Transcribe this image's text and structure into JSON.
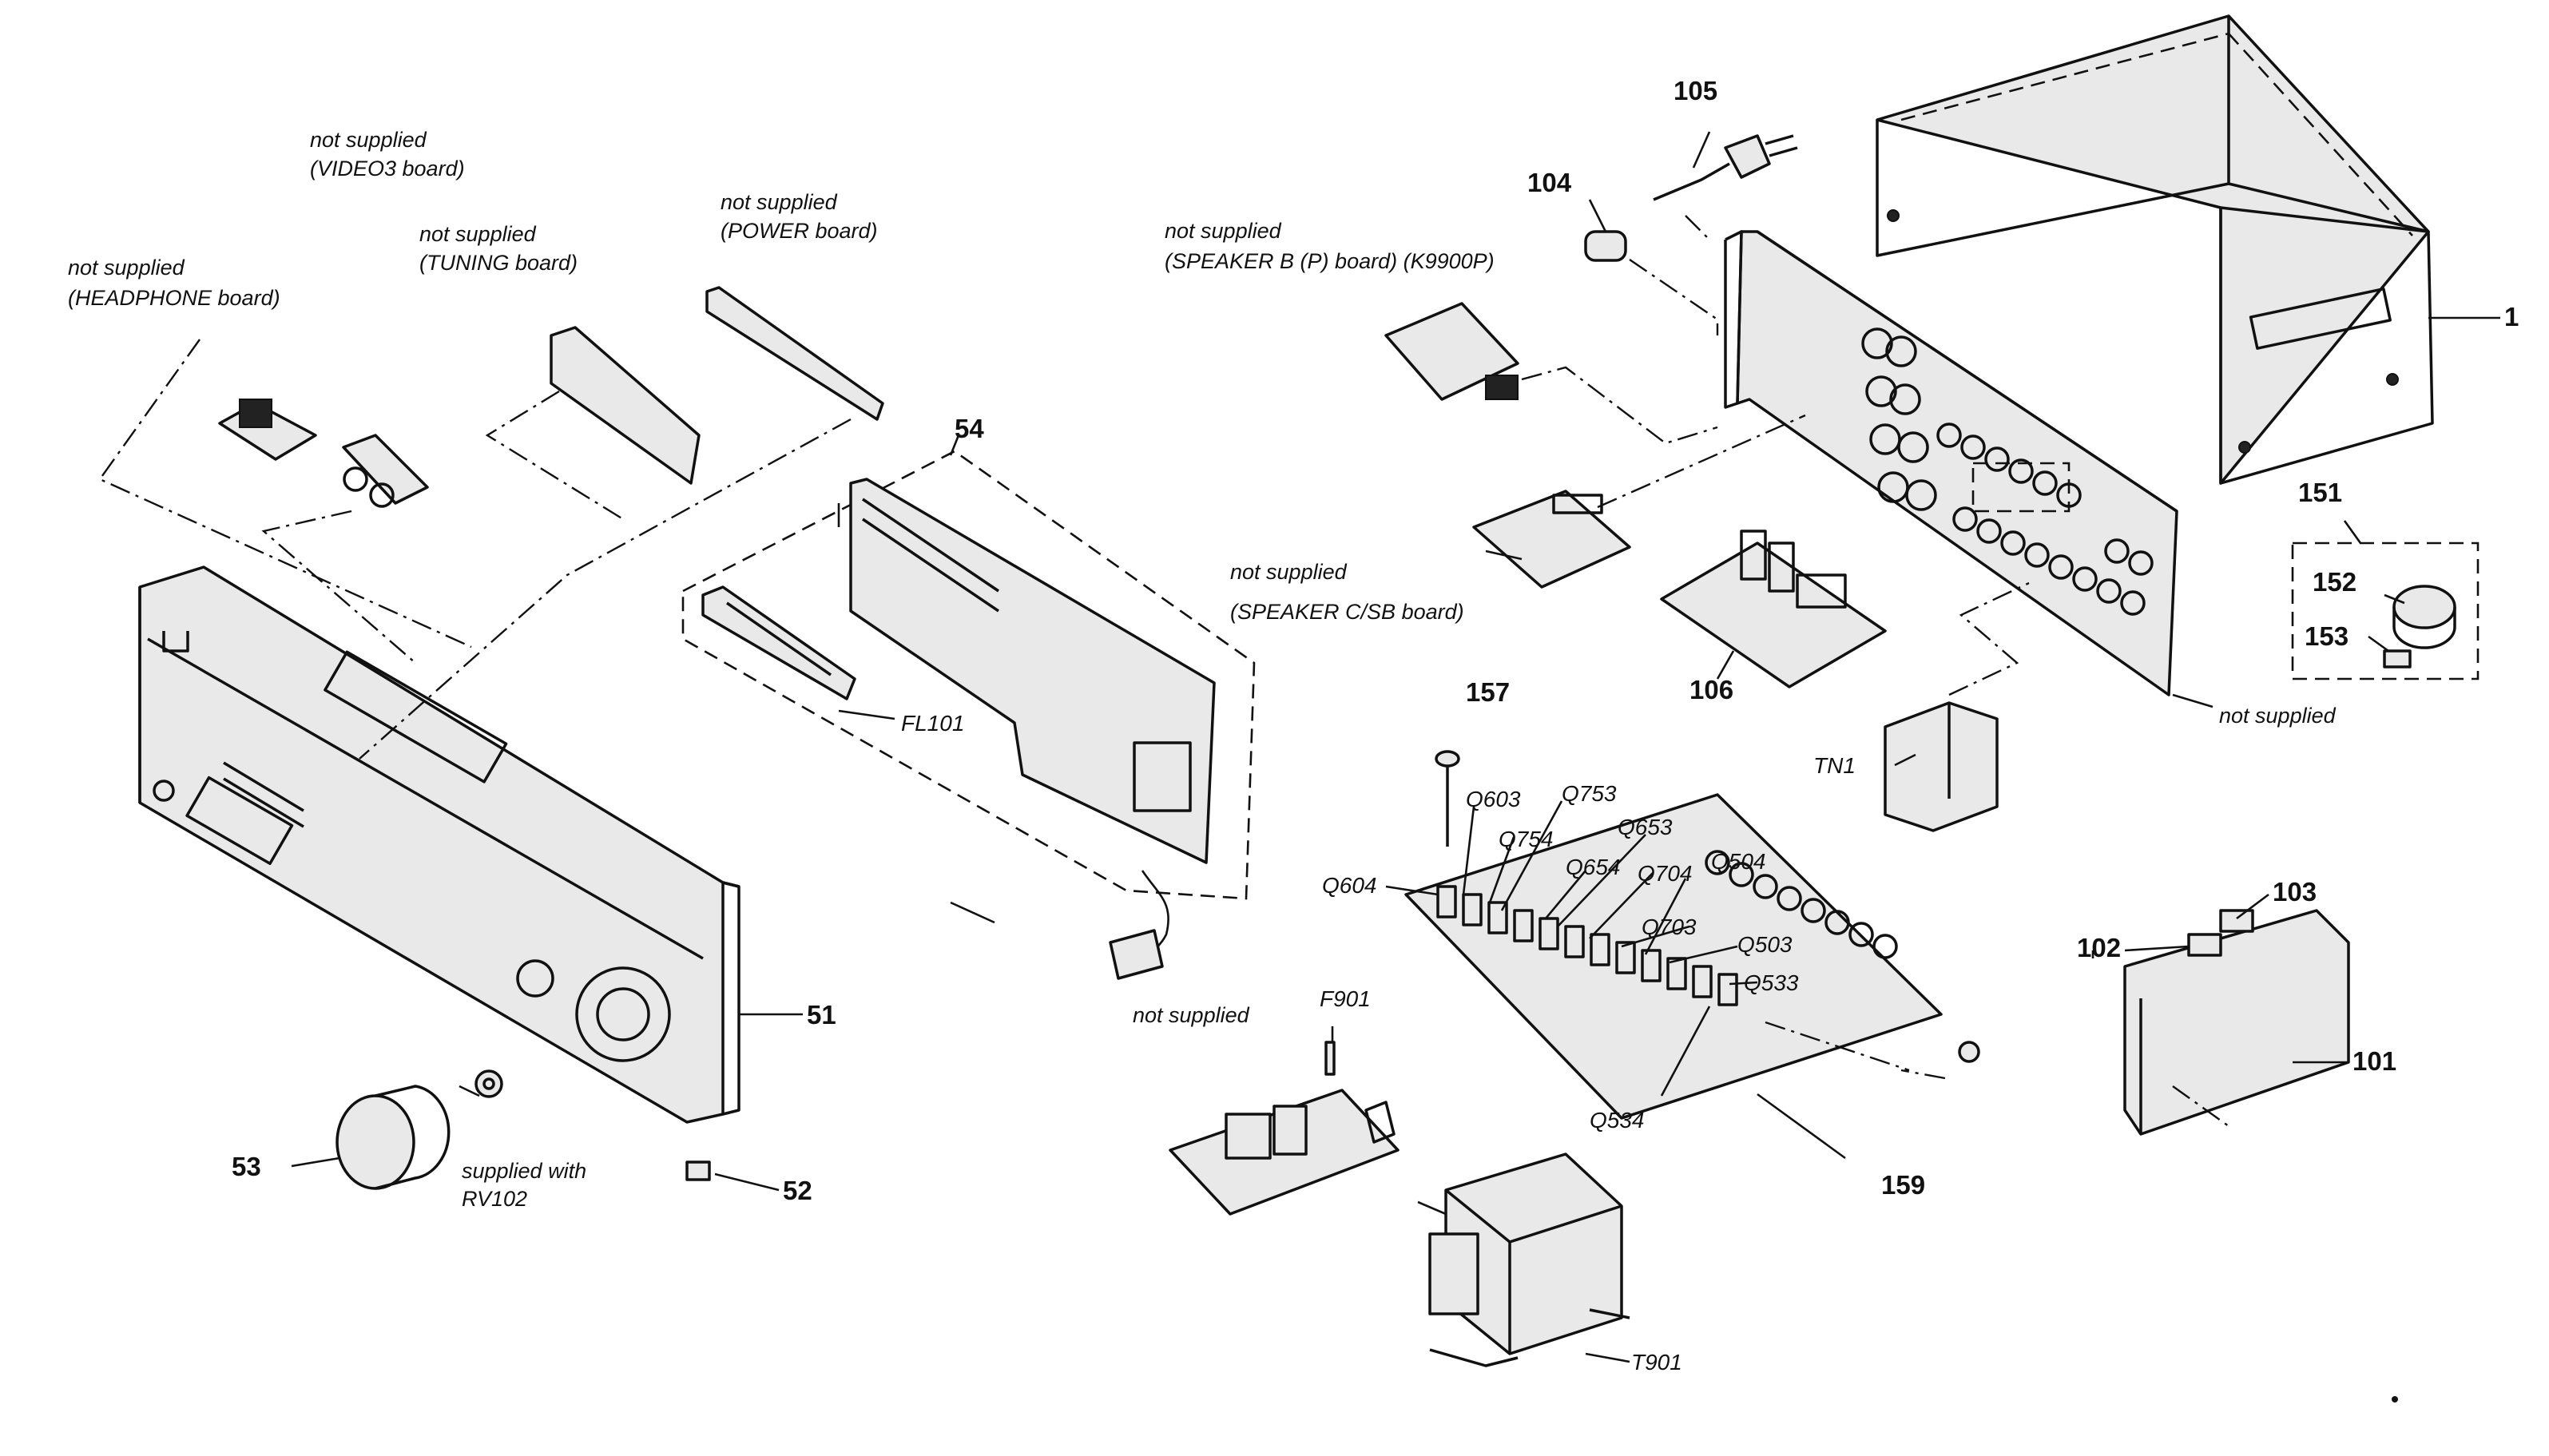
{
  "notes": {
    "headphone_line1": "not supplied",
    "headphone_line2": "(HEADPHONE board)",
    "video3_line1": "not supplied",
    "video3_line2": "(VIDEO3 board)",
    "tuning_line1": "not supplied",
    "tuning_line2": "(TUNING board)",
    "power_line1": "not supplied",
    "power_line2": "(POWER board)",
    "speakerb_line1": "not supplied",
    "speakerb_line2": "(SPEAKER B (P) board) (K9900P)",
    "speakercsb_line1": "not supplied",
    "speakercsb_line2": "(SPEAKER C/SB board)",
    "rear_not_supplied": "not supplied",
    "cable_not_supplied": "not supplied",
    "supplied_with_line1": "supplied with",
    "supplied_with_line2": "RV102"
  },
  "parts": {
    "p1": "1",
    "p51": "51",
    "p52": "52",
    "p53": "53",
    "p54": "54",
    "p101": "101",
    "p102": "102",
    "p103": "103",
    "p104": "104",
    "p105": "105",
    "p106": "106",
    "p151": "151",
    "p152": "152",
    "p153": "153",
    "p157": "157",
    "p159": "159"
  },
  "refs": {
    "fl101": "FL101",
    "tn1": "TN1",
    "f901": "F901",
    "t901": "T901",
    "q603": "Q603",
    "q753": "Q753",
    "q754": "Q754",
    "q653": "Q653",
    "q654": "Q654",
    "q704": "Q704",
    "q604": "Q604",
    "q504": "Q504",
    "q703": "Q703",
    "q503": "Q503",
    "q533": "Q533",
    "q534": "Q534"
  }
}
